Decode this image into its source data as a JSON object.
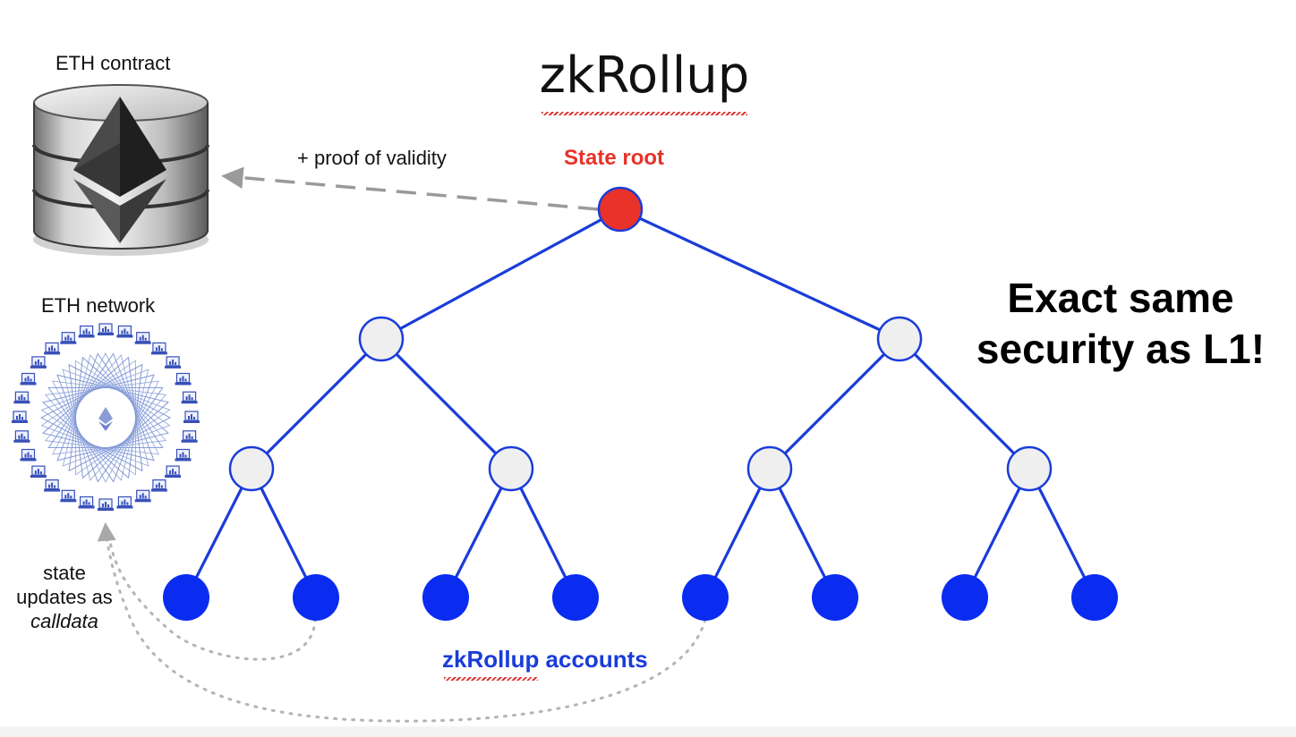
{
  "diagram": {
    "title": "zkRollup",
    "eth_contract_label": "ETH contract",
    "eth_network_label": "ETH network",
    "proof_label": "+ proof of validity",
    "state_root_label": "State root",
    "security_label": "Exact same security as L1!",
    "accounts_label": "zkRollup accounts",
    "calldata_label_prefix": "state updates as ",
    "calldata_label_emphasis": "calldata"
  },
  "colors": {
    "root_node": "#e8322a",
    "tree_edges": "#1a3cd9",
    "inner_nodes": "#efeff0",
    "leaf_nodes": "#0a2cf0",
    "proof_arrow": "#9a9a9a",
    "calldata_arrow": "#b4b4b4"
  },
  "tree": {
    "levels": 4,
    "inner_node_count": 6,
    "leaf_count": 8
  },
  "icons": [
    "database-icon",
    "ethereum-diamond-icon",
    "computer-network-icon",
    "laptop-icon"
  ]
}
